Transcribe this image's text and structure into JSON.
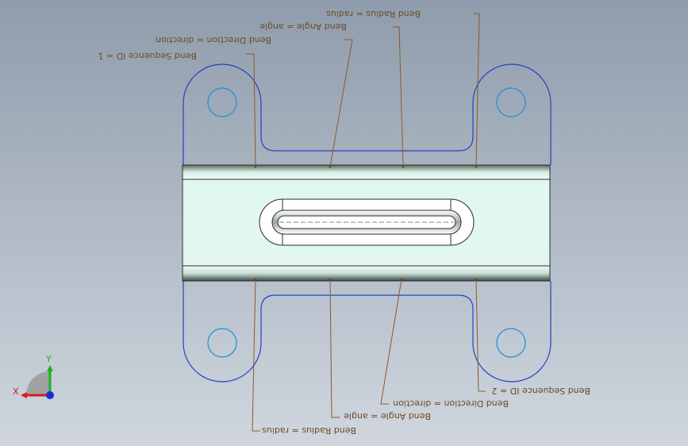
{
  "annotations": {
    "top": {
      "bend_sequence": "Bend Sequence ID = 1",
      "bend_direction": "Bend Direction = direction",
      "bend_angle": "Bend Angle = angle",
      "bend_radius": "Bend Radius = radius"
    },
    "bottom": {
      "bend_radius": "Bend Radius = radius",
      "bend_angle": "Bend Angle = angle",
      "bend_direction": "Bend Direction = direction",
      "bend_sequence": "Bend Sequence ID = 2"
    }
  },
  "triad": {
    "x_label": "X",
    "y_label": "Y",
    "colors": {
      "x": "#d81b1b",
      "y": "#1bb31b",
      "z": "#1b2bd8"
    }
  },
  "colors": {
    "flat_face": "#e2f7f0",
    "outline": "#2340c8",
    "hole": "#1a8fd6",
    "note_text": "#6b4a2a",
    "leader": "#8a5a2b"
  }
}
